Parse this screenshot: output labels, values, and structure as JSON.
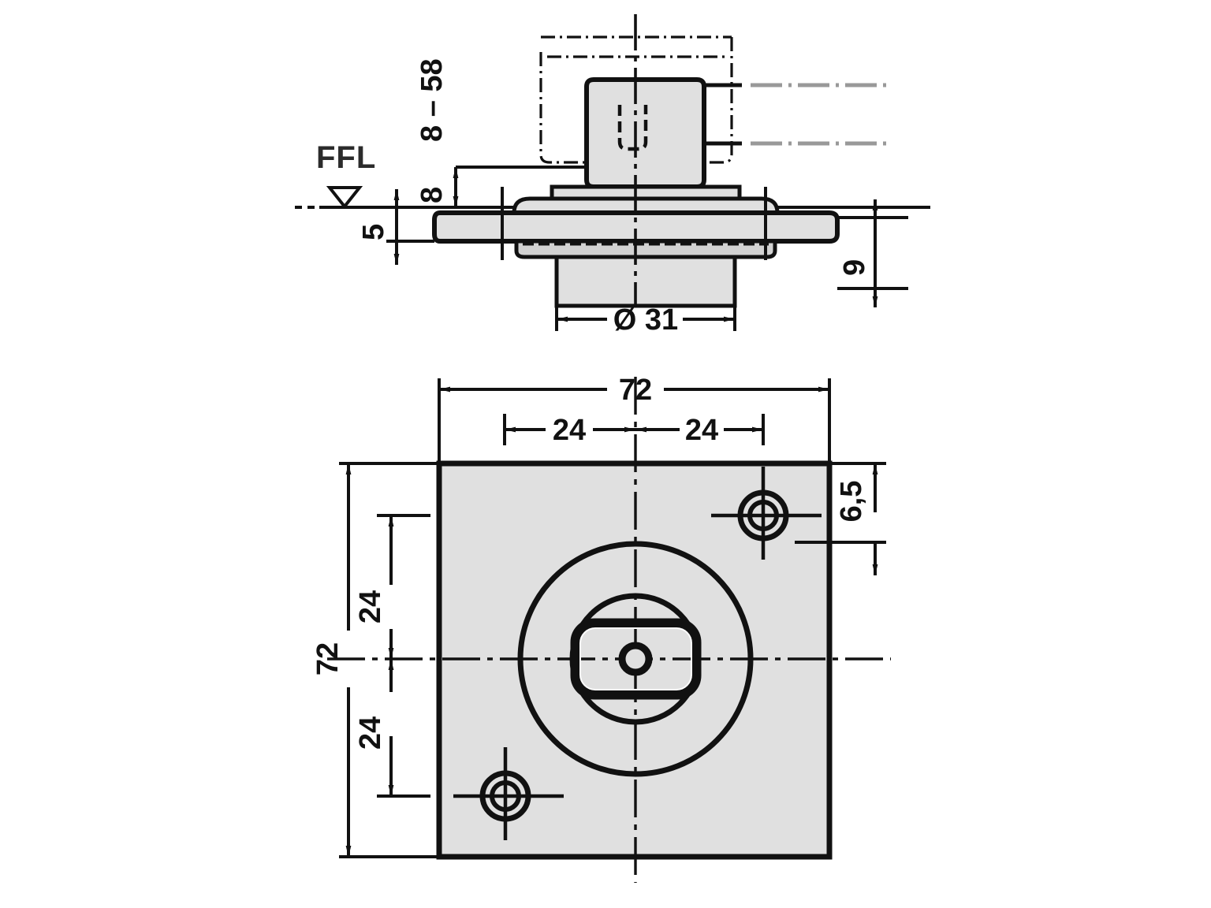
{
  "drawing": {
    "title": "Floor socket / recessed fitting technical drawing",
    "units_note": "mm",
    "colors": {
      "line": "#111111",
      "fill_gray": "#e0e0e0",
      "fill_gray_dark": "#d2d2d2",
      "background": "#ffffff",
      "label_gray": "#2b2b2b"
    },
    "views": [
      {
        "id": "elevation",
        "name": "section-elevation-view",
        "description": "Sectional side elevation showing boss, flange plate and spigot relative to finished floor level"
      },
      {
        "id": "plan",
        "name": "plan-view",
        "description": "Square cover plate plan view with central rotary slot and two countersunk fixing holes"
      }
    ],
    "labels": [
      {
        "id": "ffl",
        "name": "ffl-label",
        "text": "FFL"
      }
    ],
    "dimensions": {
      "elevation": [
        {
          "id": "d_8_58",
          "name": "dimension-8-58",
          "text": "8 – 58",
          "orientation": "vertical"
        },
        {
          "id": "d_8",
          "name": "dimension-8",
          "text": "8",
          "orientation": "vertical"
        },
        {
          "id": "d_5",
          "name": "dimension-5",
          "text": "5",
          "orientation": "vertical"
        },
        {
          "id": "d_9",
          "name": "dimension-9",
          "text": "9",
          "orientation": "vertical"
        },
        {
          "id": "d_dia31",
          "name": "dimension-diameter-31",
          "text": "Ø 31",
          "orientation": "horizontal"
        }
      ],
      "plan": [
        {
          "id": "p_72_h",
          "name": "dimension-72-horizontal",
          "text": "72",
          "orientation": "horizontal"
        },
        {
          "id": "p_24_left",
          "name": "dimension-24-top-left",
          "text": "24",
          "orientation": "horizontal"
        },
        {
          "id": "p_24_right",
          "name": "dimension-24-top-right",
          "text": "24",
          "orientation": "horizontal"
        },
        {
          "id": "p_72_v",
          "name": "dimension-72-vertical",
          "text": "72",
          "orientation": "vertical"
        },
        {
          "id": "p_24_upper",
          "name": "dimension-24-left-upper",
          "text": "24",
          "orientation": "vertical"
        },
        {
          "id": "p_24_lower",
          "name": "dimension-24-left-lower",
          "text": "24",
          "orientation": "vertical"
        },
        {
          "id": "p_65",
          "name": "dimension-6-5",
          "text": "6,5",
          "orientation": "vertical"
        }
      ]
    }
  }
}
